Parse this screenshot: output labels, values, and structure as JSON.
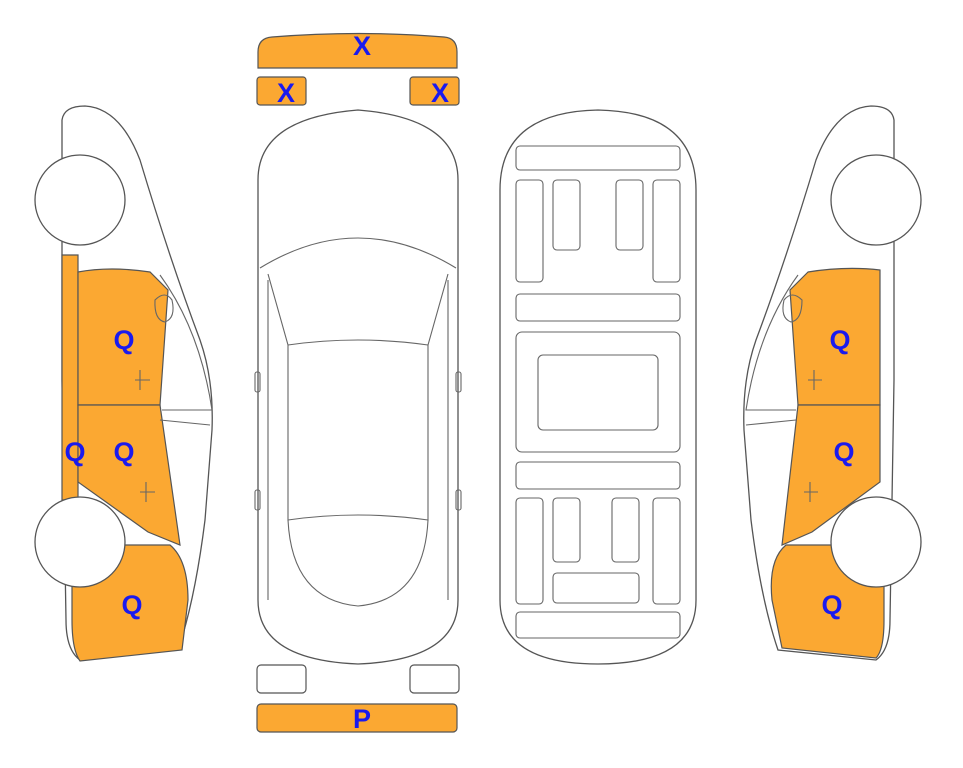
{
  "colors": {
    "damage_fill": "#FBA832",
    "marker_text": "#1a1aee",
    "outline": "#555555"
  },
  "markers": {
    "front_bumper": "X",
    "front_left_light": "X",
    "front_right_light": "X",
    "rear_bumper": "P",
    "left_front_door": "Q",
    "left_rear_door": "Q",
    "left_rocker": "Q",
    "left_rear_quarter": "Q",
    "right_front_door": "Q",
    "right_rear_door": "Q",
    "right_rear_quarter": "Q"
  }
}
